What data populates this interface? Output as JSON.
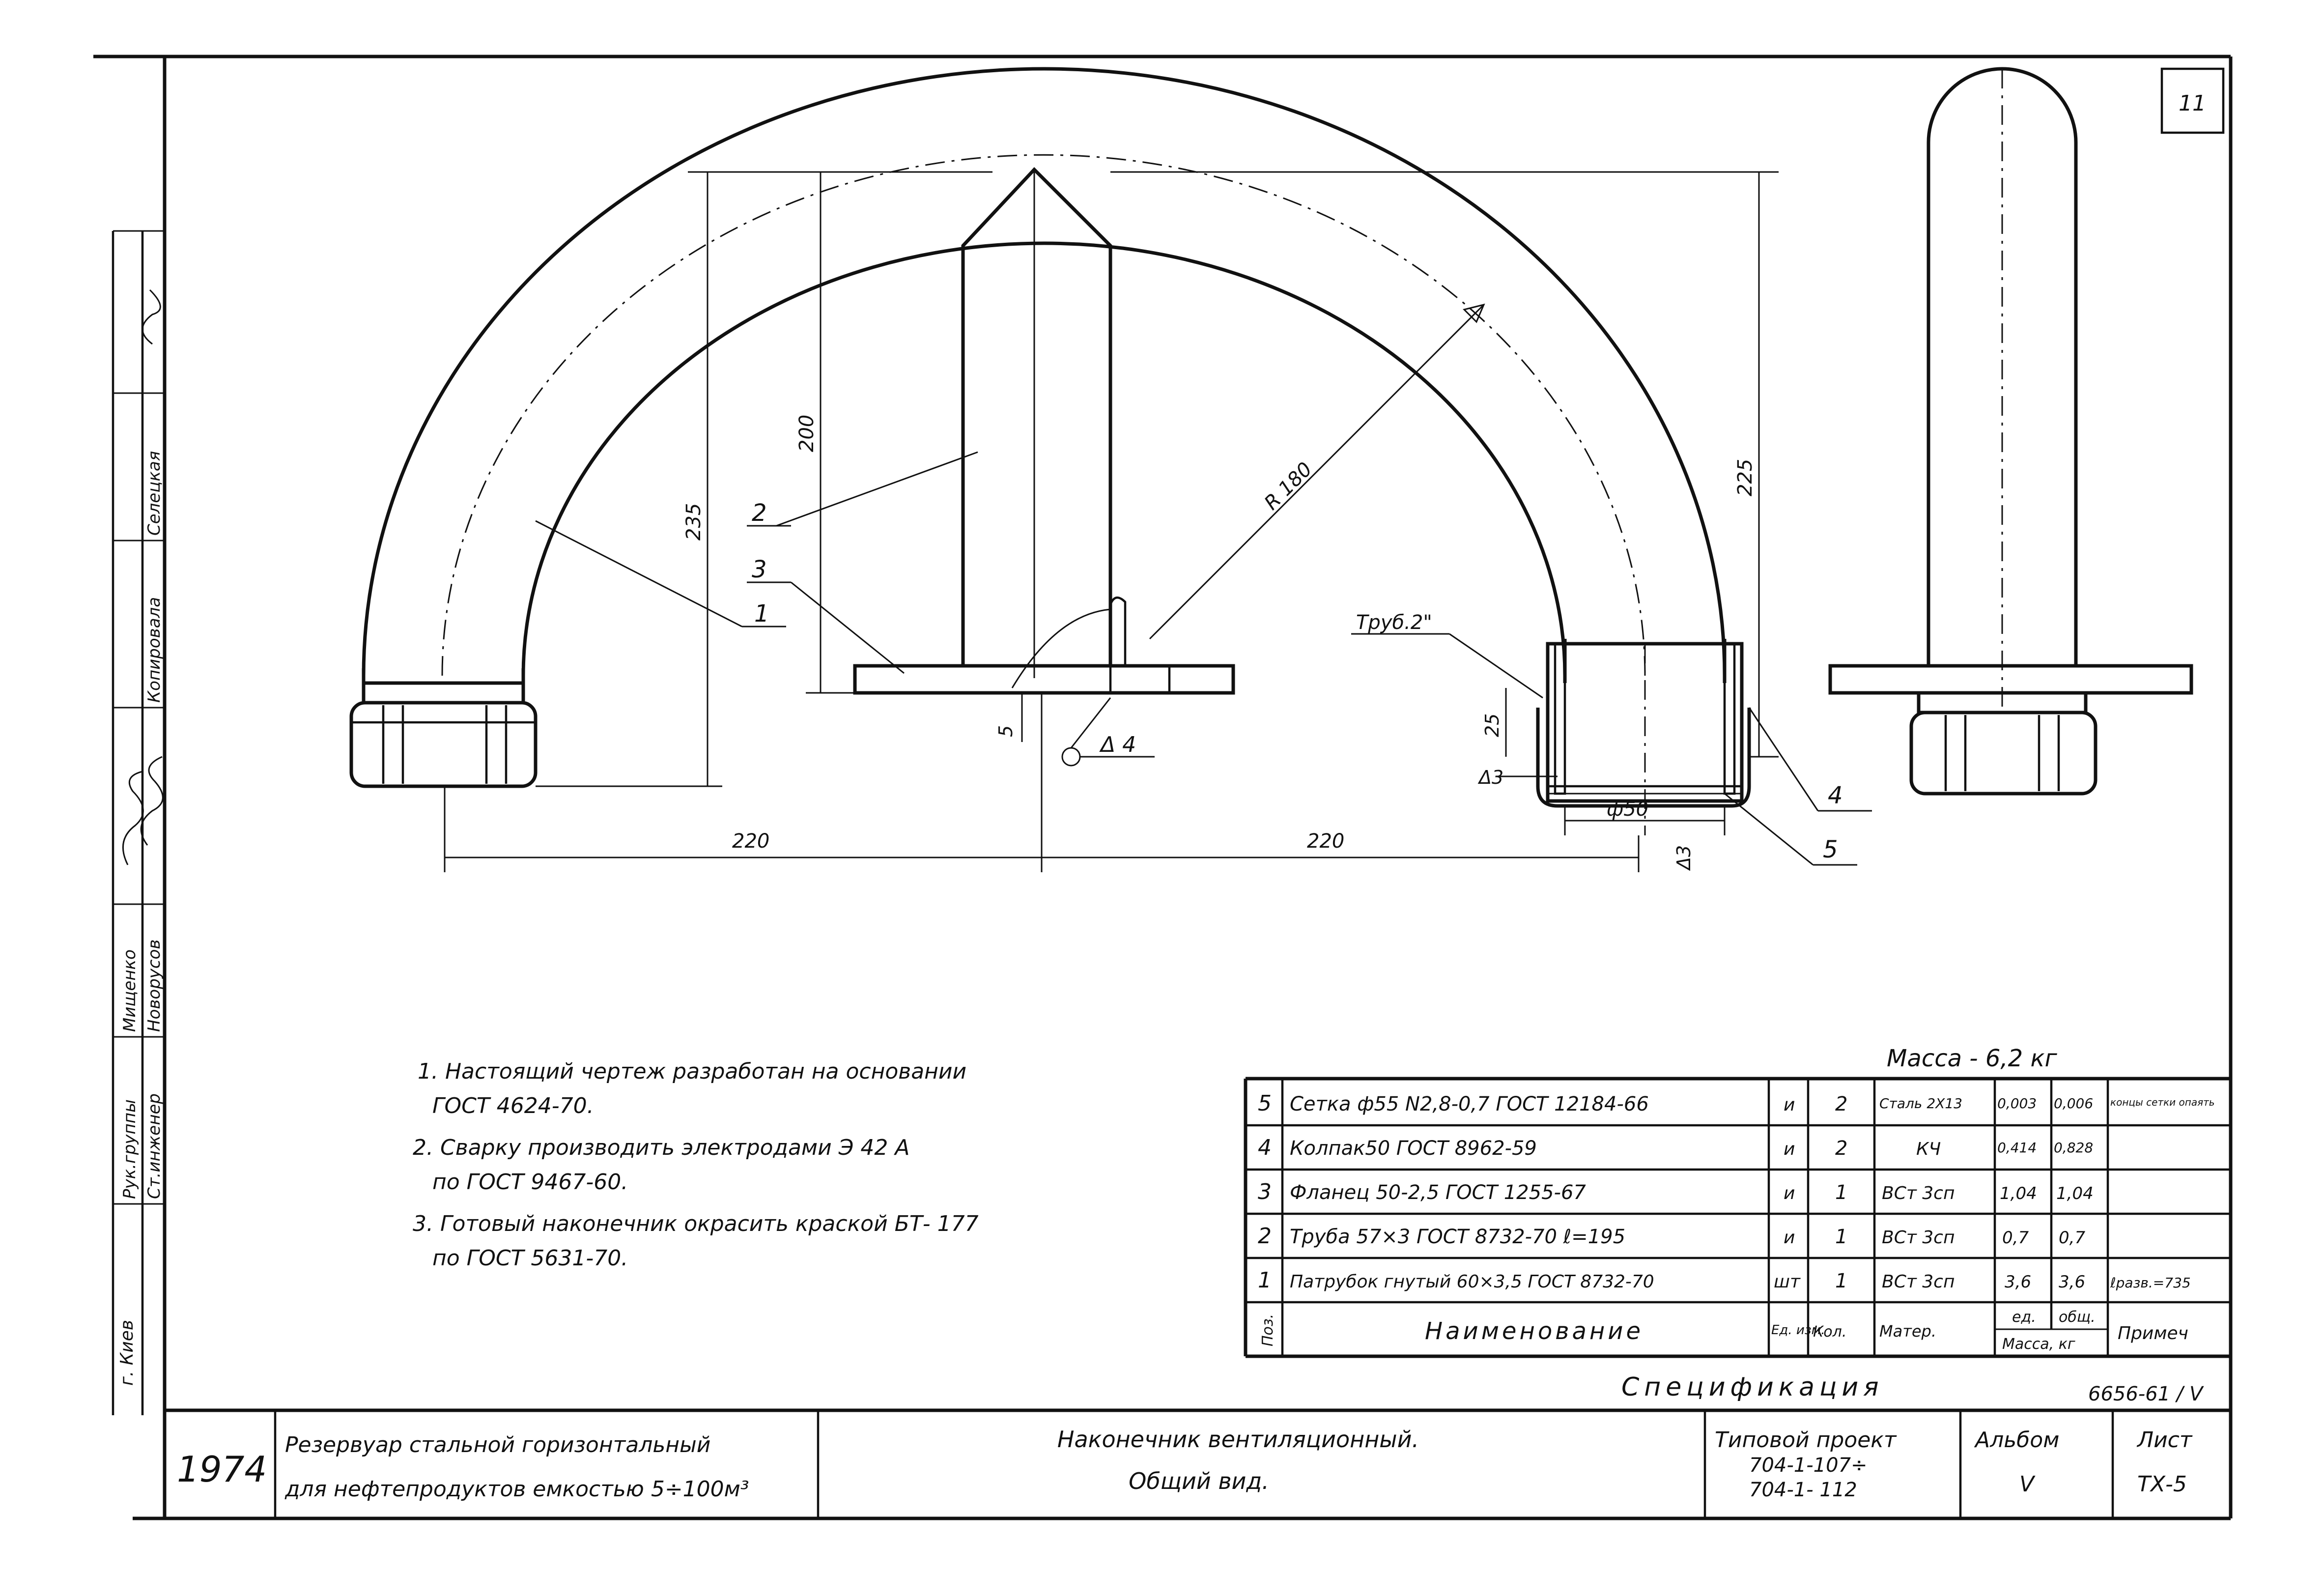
{
  "sheet": {
    "sheet_number": "11",
    "year": "1974",
    "mass": "Масса - 6,2 кг",
    "spec_caption": "Спецификация",
    "doc_code": "6656-61 / V"
  },
  "stamp_left": {
    "labels": [
      "Рук.группы",
      "Ст.инженер",
      "Копировала",
      "Селецкая",
      "Мищенко",
      "Новорусов",
      "г. Киев"
    ]
  },
  "drawing": {
    "dims": {
      "d235": "235",
      "d200": "200",
      "d225": "225",
      "r180": "R 180",
      "d220a": "220",
      "d220b": "220",
      "d5": "5",
      "d25": "25",
      "d50": "ф50",
      "weld3a": "Δ3",
      "weld3b": "Δ3",
      "weld4": "Δ 4"
    },
    "callouts": {
      "c1": "1",
      "c2": "2",
      "c3": "3",
      "c4": "4",
      "c5": "5",
      "pipe": "Труб.2\""
    }
  },
  "notes": [
    "1. Настоящий чертеж разработан на основании",
    "ГОСТ 4624-70.",
    "2. Сварку производить электродами Э 42 А",
    "по ГОСТ 9467-60.",
    "3. Готовый наконечник окрасить краской БТ- 177",
    "по ГОСТ 5631-70."
  ],
  "spec_table": {
    "headers": {
      "pos": "Поз.",
      "name": "Наименование",
      "unit": "Ед. изм.",
      "qty": "Кол.",
      "material": "Матер.",
      "mass_unit": "ед.",
      "mass_total": "общ.",
      "mass_kg": "Масса, кг",
      "note": "Примеч"
    },
    "rows": [
      {
        "pos": "5",
        "name": "Сетка ф55 N2,8-0,7 ГОСТ 12184-66",
        "unit": "и",
        "qty": "2",
        "material": "Сталь 2Х13",
        "mass_unit": "0,003",
        "mass_total": "0,006",
        "note": "концы сетки опаять"
      },
      {
        "pos": "4",
        "name": "Колпак50 ГОСТ 8962-59",
        "unit": "и",
        "qty": "2",
        "material": "КЧ",
        "mass_unit": "0,414",
        "mass_total": "0,828",
        "note": ""
      },
      {
        "pos": "3",
        "name": "Фланец 50-2,5 ГОСТ 1255-67",
        "unit": "и",
        "qty": "1",
        "material": "ВСт 3сп",
        "mass_unit": "1,04",
        "mass_total": "1,04",
        "note": ""
      },
      {
        "pos": "2",
        "name": "Труба 57×3 ГОСТ 8732-70 ℓ=195",
        "unit": "и",
        "qty": "1",
        "material": "ВСт 3сп",
        "mass_unit": "0,7",
        "mass_total": "0,7",
        "note": ""
      },
      {
        "pos": "1",
        "name": "Патрубок гнутый 60×3,5 ГОСТ 8732-70",
        "unit": "шт",
        "qty": "1",
        "material": "ВСт 3сп",
        "mass_unit": "3,6",
        "mass_total": "3,6",
        "note": "ℓразв.=735"
      }
    ]
  },
  "title_block": {
    "object_line1": "Резервуар стальной горизонтальный",
    "object_line2": "для нефтепродуктов емкостью 5÷100м³",
    "title_line1": "Наконечник вентиляционный.",
    "title_line2": "Общий вид.",
    "project_line1": "Типовой проект",
    "project_line2": "704-1-107÷",
    "project_line3": "704-1- 112",
    "album_label": "Альбом",
    "album_value": "V",
    "sheet_label": "Лист",
    "sheet_value": "ТХ-5"
  }
}
